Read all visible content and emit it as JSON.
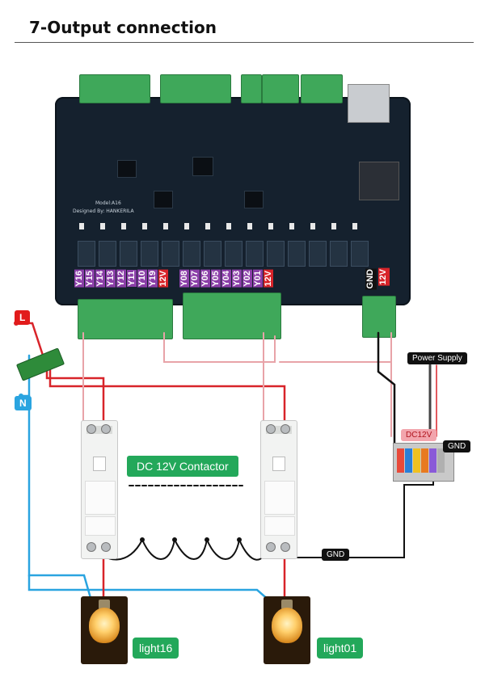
{
  "title": "7-Output connection",
  "board": {
    "model_label": "Model:A16",
    "designer_label": "Designed By: HANKERILA",
    "left_pins": [
      "Y16",
      "Y15",
      "Y14",
      "Y13",
      "Y12",
      "Y11",
      "Y10",
      "Y19"
    ],
    "left_pins_power": "12V",
    "right_pins": [
      "Y08",
      "Y07",
      "Y06",
      "Y05",
      "Y04",
      "Y03",
      "Y02",
      "Y01"
    ],
    "right_pins_power": "12V",
    "power_pins": [
      "GND",
      "12V"
    ]
  },
  "labels": {
    "line": "L",
    "neutral": "N",
    "power_supply": "Power Supply",
    "dc_label": "DC12V",
    "gnd_top": "GND",
    "gnd_bottom": "GND",
    "contactor": "DC 12V Contactor",
    "light_left": "light16",
    "light_right": "light01"
  },
  "colors": {
    "line_wire": "#d8242a",
    "neutral_wire": "#2aa4e0",
    "signal_wire": "#e8a3a8",
    "gnd_wire": "#111111",
    "pin_label_bg": "#8b3fa8",
    "power_label_bg": "#d8242a",
    "accent_green": "#23a85a"
  },
  "icons": [
    "terminal-busbar",
    "contactor",
    "light-bulb",
    "terminal-block",
    "ethernet-port",
    "wifi-module"
  ]
}
